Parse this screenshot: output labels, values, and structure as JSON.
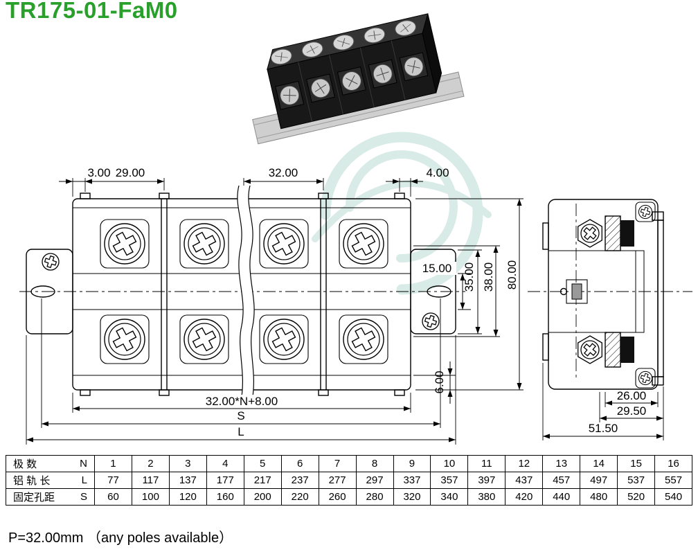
{
  "title": "TR175-01-FaM0",
  "colors": {
    "title_green": "#2aa02c",
    "watermark": "#a9d3c8"
  },
  "dims": {
    "a3": "3.00",
    "a29": "29.00",
    "a32": "32.00",
    "a4": "4.00",
    "h15": "15.00",
    "v35": "35.00",
    "v38": "38.00",
    "v80": "80.00",
    "v6": "6.00",
    "formula": "32.00*N+8.00",
    "s": "S",
    "l": "L",
    "w26": "26.00",
    "w29": "29.50",
    "w51": "51.50"
  },
  "table": {
    "rows": [
      {
        "cn": "极    数",
        "sym": "N",
        "values": [
          "1",
          "2",
          "3",
          "4",
          "5",
          "6",
          "7",
          "8",
          "9",
          "10",
          "11",
          "12",
          "13",
          "14",
          "15",
          "16"
        ]
      },
      {
        "cn": "铝 轨 长",
        "sym": "L",
        "values": [
          "77",
          "117",
          "137",
          "177",
          "217",
          "237",
          "277",
          "297",
          "337",
          "357",
          "397",
          "437",
          "457",
          "497",
          "537",
          "557"
        ]
      },
      {
        "cn": "固定孔距",
        "sym": "S",
        "values": [
          "60",
          "100",
          "120",
          "160",
          "200",
          "220",
          "260",
          "280",
          "320",
          "340",
          "380",
          "420",
          "440",
          "480",
          "520",
          "540"
        ]
      }
    ]
  },
  "footer": "P=32.00mm （any poles available）"
}
